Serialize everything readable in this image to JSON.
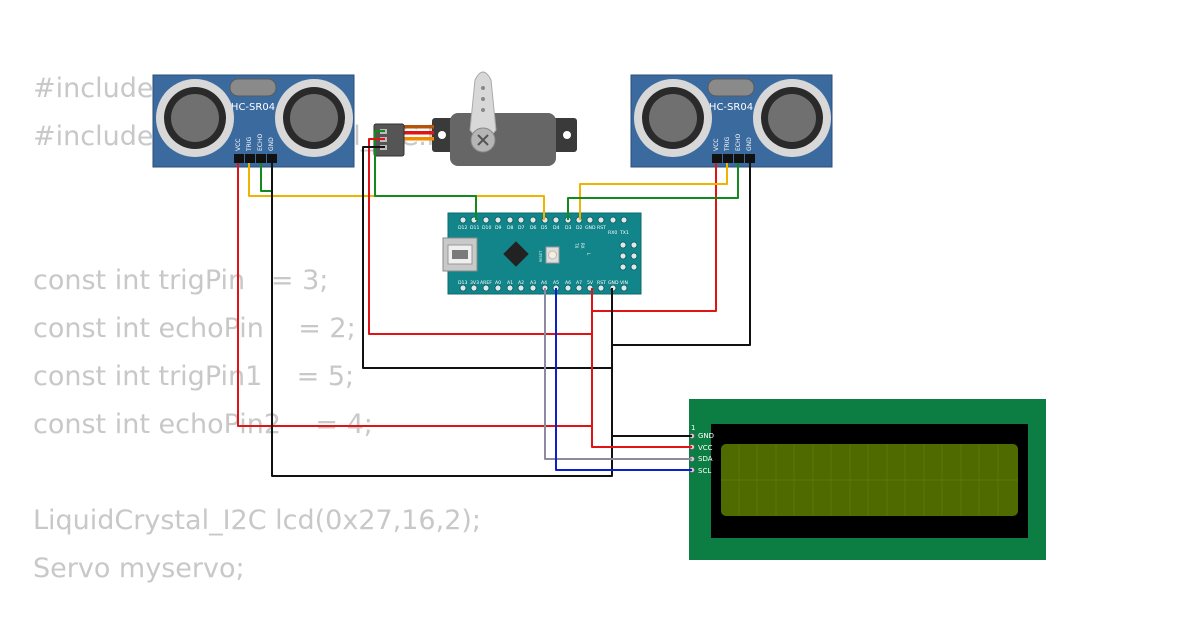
{
  "code_lines": [
    "#include <Wire.h>",
    "#include <LiquidCrystal_I2C.h>",
    "",
    "",
    "const int trigPin   = 3;",
    "const int echoPin    = 2;",
    "const int trigPin1    = 5;",
    "const int echoPin2    = 4;",
    "",
    "LiquidCrystal_I2C lcd(0x27,16,2);",
    "Servo myservo;"
  ],
  "sensors": [
    {
      "model": "HC-SR04",
      "pins": [
        "VCC",
        "TRIG",
        "ECHO",
        "GND"
      ]
    },
    {
      "model": "HC-SR04",
      "pins": [
        "VCC",
        "TRIG",
        "ECHO",
        "GND"
      ]
    }
  ],
  "nano": {
    "top_pins": [
      "D12",
      "D11",
      "D10",
      "D9",
      "D8",
      "D7",
      "D6",
      "D5",
      "D4",
      "D3",
      "D2",
      "GND",
      "RST",
      "RX0",
      "TX1"
    ],
    "bottom_pins": [
      "D13",
      "3V3",
      "AREF",
      "A0",
      "A1",
      "A2",
      "A3",
      "A4",
      "A5",
      "A6",
      "A7",
      "5V",
      "RST",
      "GND",
      "VIN"
    ],
    "side_labels": [
      "TX",
      "RX",
      "L"
    ],
    "reset_label": "RESET"
  },
  "lcd": {
    "pin_number": "1",
    "pins": [
      "GND",
      "VCC",
      "SDA",
      "SCL"
    ]
  },
  "colors": {
    "sensor_pcb": "#3a6a9e",
    "nano_pcb": "#12858a",
    "lcd_pcb": "#0c7e44",
    "lcd_screen": "#4f6b00",
    "wire_red": "#e01414",
    "wire_black": "#111111",
    "wire_yellow": "#f0b400",
    "wire_green": "#138a1e",
    "wire_blue": "#0b1fcc",
    "wire_gray": "#8a8aa0"
  }
}
